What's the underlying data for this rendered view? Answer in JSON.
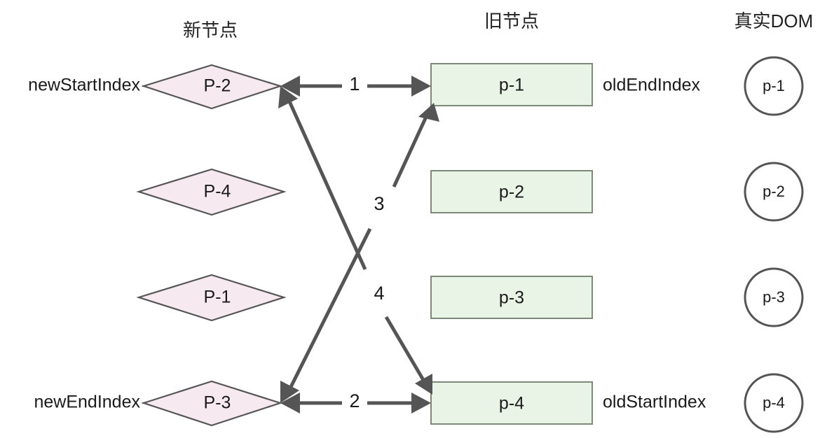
{
  "columns": {
    "new_nodes": "新节点",
    "old_nodes": "旧节点",
    "real_dom": "真实DOM"
  },
  "pointers": {
    "new_start": "newStartIndex",
    "new_end": "newEndIndex",
    "old_end": "oldEndIndex",
    "old_start": "oldStartIndex"
  },
  "new_nodes": [
    {
      "label": "P-2"
    },
    {
      "label": "P-4"
    },
    {
      "label": "P-1"
    },
    {
      "label": "P-3"
    }
  ],
  "old_nodes": [
    {
      "label": "p-1"
    },
    {
      "label": "p-2"
    },
    {
      "label": "p-3"
    },
    {
      "label": "p-4"
    }
  ],
  "dom_nodes": [
    {
      "label": "p-1"
    },
    {
      "label": "p-2"
    },
    {
      "label": "p-3"
    },
    {
      "label": "p-4"
    }
  ],
  "edges": [
    {
      "id": "edge-1",
      "label": "1"
    },
    {
      "id": "edge-2",
      "label": "2"
    },
    {
      "id": "edge-3",
      "label": "3"
    },
    {
      "id": "edge-4",
      "label": "4"
    }
  ],
  "colors": {
    "diamond_fill": "#f7e9f0",
    "diamond_stroke": "#555555",
    "box_fill": "#eaf4e6",
    "box_stroke": "#7a8a76",
    "circle_stroke": "#555555",
    "edge_stroke": "#555555",
    "text": "#1a1a1a",
    "background": "#ffffff"
  }
}
